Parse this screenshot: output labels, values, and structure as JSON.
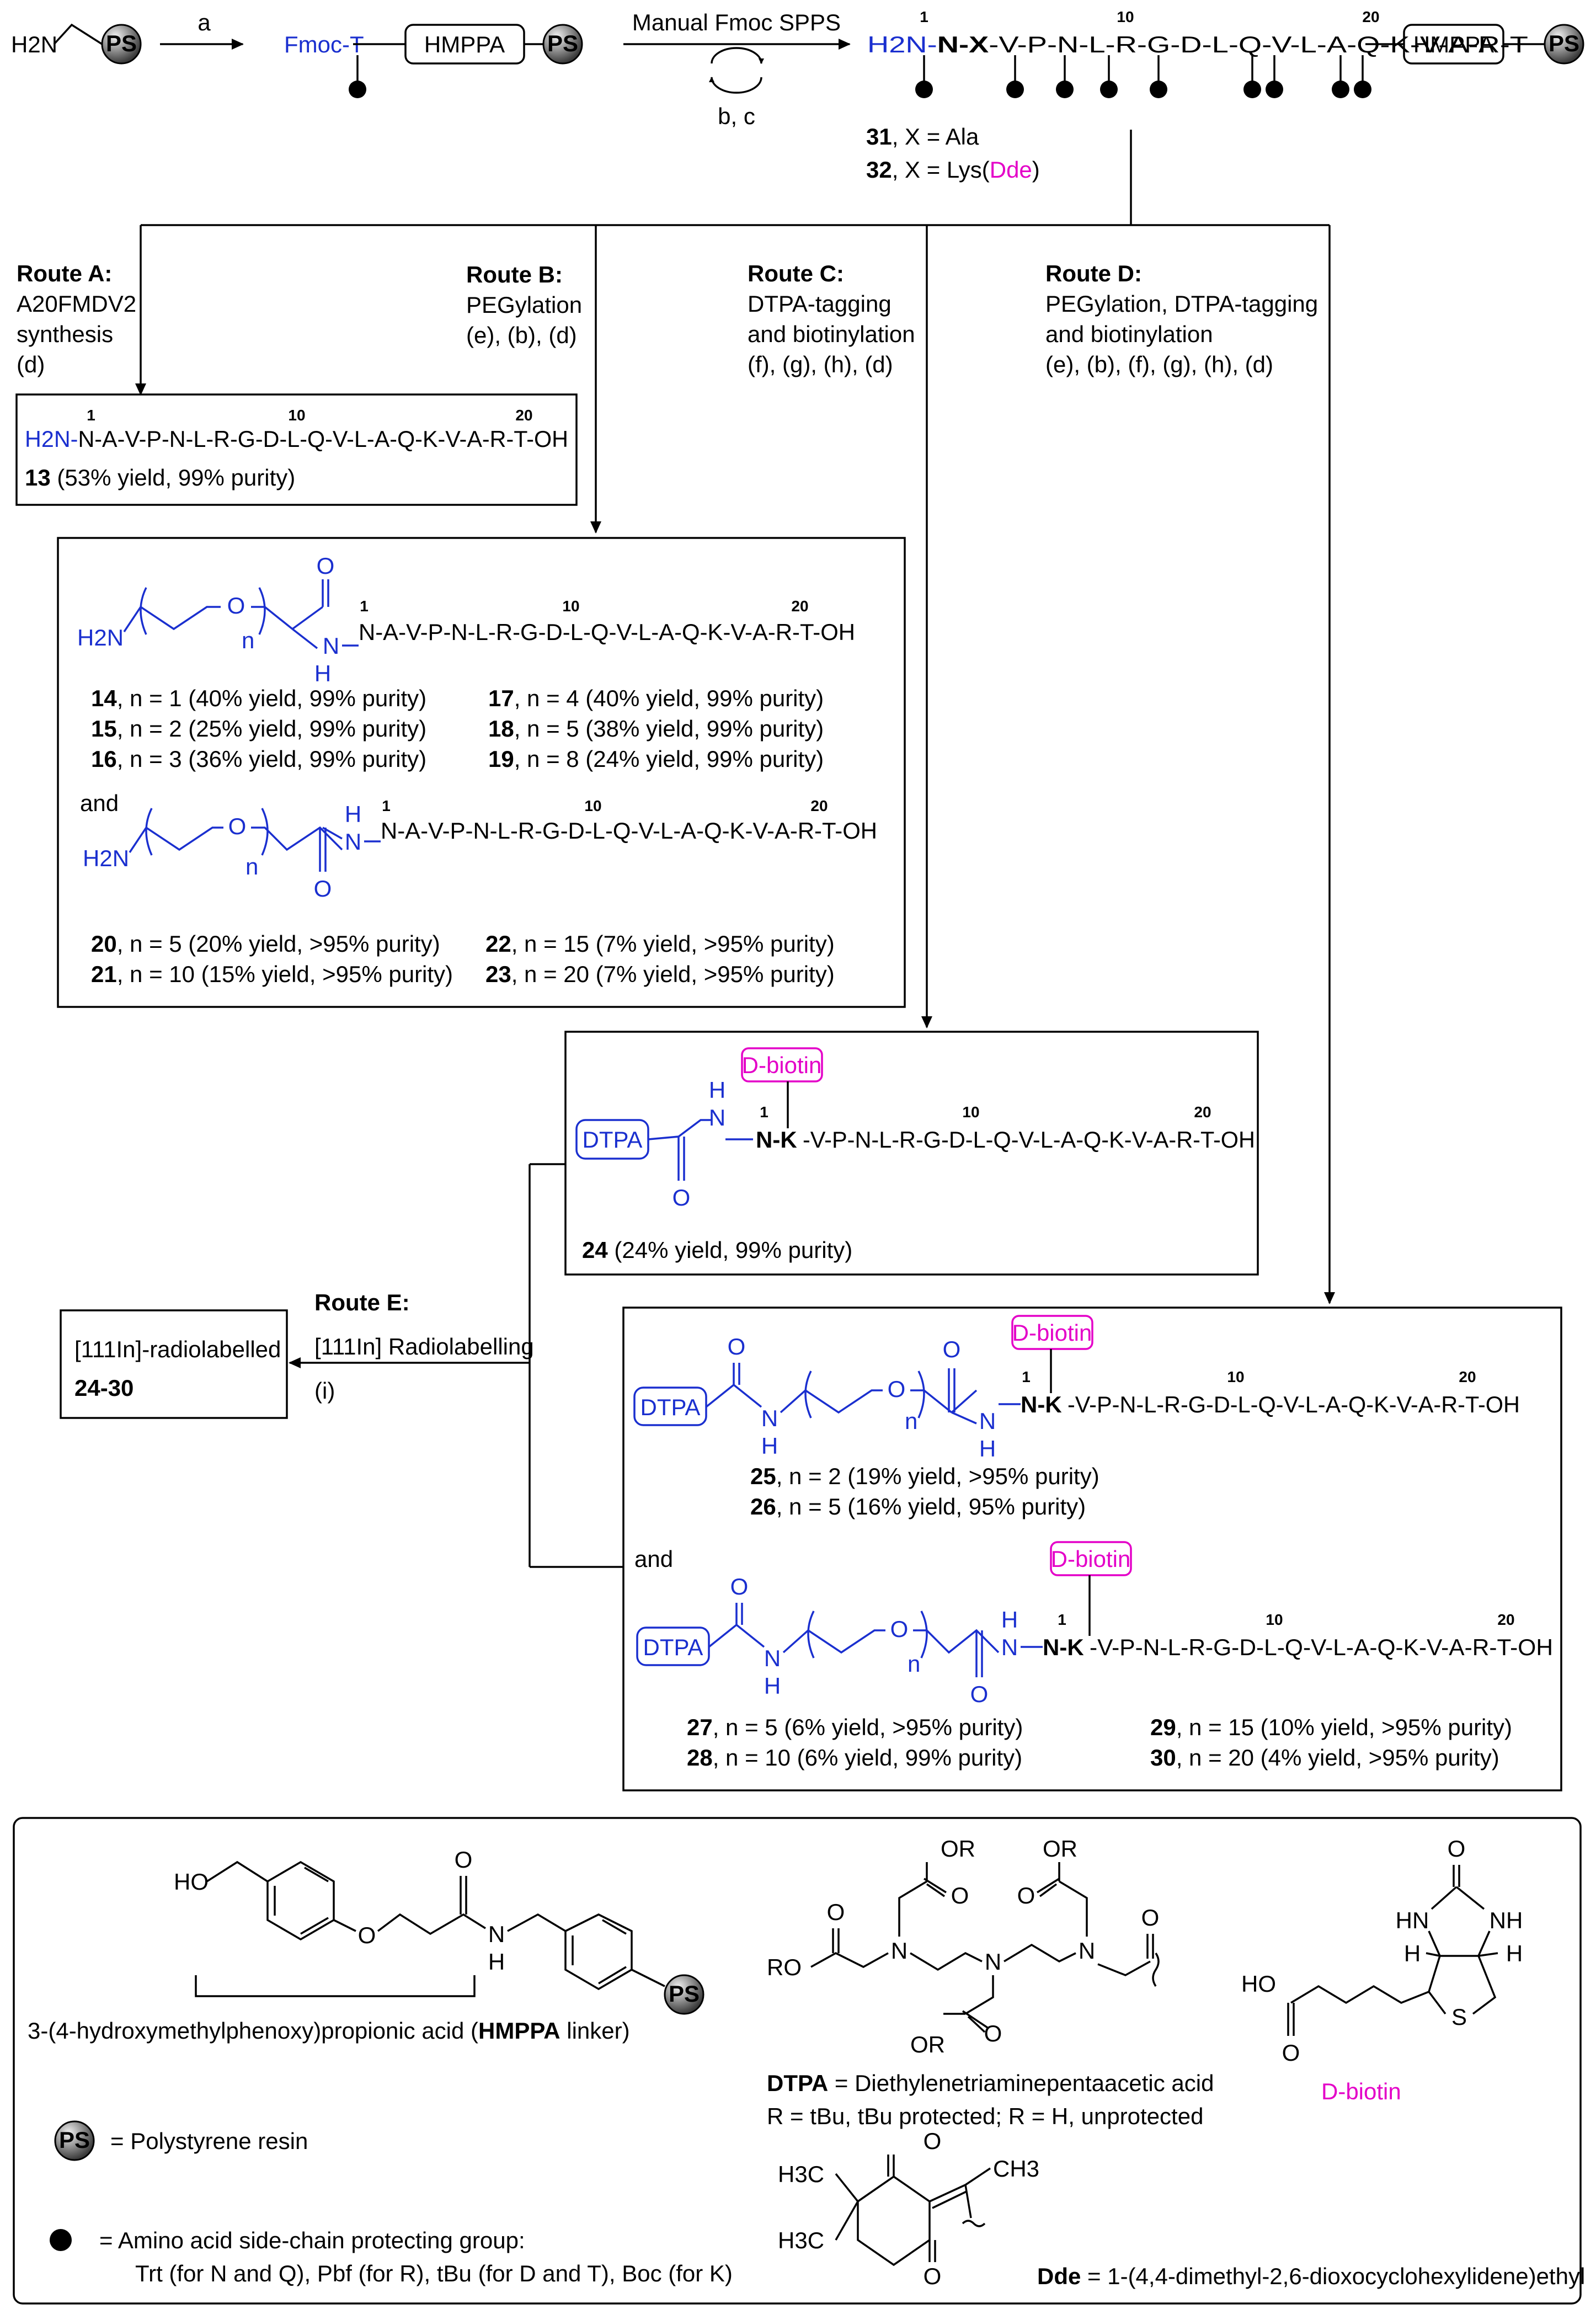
{
  "reagent_labels": {
    "a": "a",
    "bc": "b, c"
  },
  "top": {
    "h2n": "H2N",
    "ps": "PS",
    "fmoc_t": "Fmoc-T",
    "hmppa": "HMPPA",
    "manual": "Manual Fmoc SPPS",
    "seq_h2n": "H2N-",
    "seq_nx": "N-X",
    "seq_rest": "-V-P-N-L-R-G-D-L-Q-V-L-A-Q-K-V-A-R-T",
    "n1": "1",
    "n10": "10",
    "n20": "20",
    "c31": "31",
    "c31_txt": ", X = Ala",
    "c32": "32",
    "c32_txt": ", X = Lys(",
    "dde": "Dde",
    "close": ")"
  },
  "routes": {
    "a": {
      "title": "Route A:",
      "l1": "A20FMDV2",
      "l2": "synthesis",
      "l3": "(d)"
    },
    "b": {
      "title": "Route B:",
      "l1": "PEGylation",
      "l2": "(e), (b), (d)"
    },
    "c": {
      "title": "Route C:",
      "l1": "DTPA-tagging",
      "l2": "and biotinylation",
      "l3": "(f), (g), (h), (d)"
    },
    "d": {
      "title": "Route D:",
      "l1": "PEGylation, DTPA-tagging",
      "l2": "and biotinylation",
      "l3": "(e), (b), (f), (g), (h), (d)"
    },
    "e": {
      "title": "Route E:",
      "l1": "[111In] Radiolabelling",
      "l2": "(i)"
    }
  },
  "box13": {
    "h2n": "H2N-",
    "seq": "N-A-V-P-N-L-R-G-D-L-Q-V-L-A-Q-K-V-A-R-T-OH",
    "cmp": "13",
    "yield": " (53% yield, 99% purity)"
  },
  "peg_seq": "N-A-V-P-N-L-R-G-D-L-Q-V-L-A-Q-K-V-A-R-T-OH",
  "bio_seq": "-V-P-N-L-R-G-D-L-Q-V-L-A-Q-K-V-A-R-T-OH",
  "struct": {
    "H2N": "H2N",
    "O": "O",
    "H": "H",
    "N": "N",
    "n": "n",
    "NK": "N-K",
    "DTPA": "DTPA",
    "dbiotin": "D-biotin"
  },
  "yields_b1": [
    {
      "cmp": "14",
      "txt": ", n = 1 (40% yield, 99% purity)"
    },
    {
      "cmp": "15",
      "txt": ", n = 2 (25% yield, 99% purity)"
    },
    {
      "cmp": "16",
      "txt": ", n = 3 (36% yield, 99% purity)"
    },
    {
      "cmp": "17",
      "txt": ", n = 4 (40% yield, 99% purity)"
    },
    {
      "cmp": "18",
      "txt": ", n = 5 (38% yield, 99% purity)"
    },
    {
      "cmp": "19",
      "txt": ", n = 8 (24% yield, 99% purity)"
    }
  ],
  "and": "and",
  "yields_b2": [
    {
      "cmp": "20",
      "txt": ", n = 5 (20% yield, >95% purity)"
    },
    {
      "cmp": "21",
      "txt": ", n = 10 (15% yield, >95% purity)"
    },
    {
      "cmp": "22",
      "txt": ", n = 15 (7% yield, >95% purity)"
    },
    {
      "cmp": "23",
      "txt": ", n = 20 (7% yield, >95% purity)"
    }
  ],
  "y24": {
    "cmp": "24",
    "txt": " (24% yield, 99% purity)"
  },
  "yields_d1": [
    {
      "cmp": "25",
      "txt": ", n = 2 (19% yield, >95% purity)"
    },
    {
      "cmp": "26",
      "txt": ", n = 5 (16% yield, 95% purity)"
    }
  ],
  "yields_d2": [
    {
      "cmp": "27",
      "txt": ", n = 5 (6% yield, >95% purity)"
    },
    {
      "cmp": "28",
      "txt": ", n = 10 (6% yield, 99% purity)"
    },
    {
      "cmp": "29",
      "txt": ", n = 15 (10% yield, >95% purity)"
    },
    {
      "cmp": "30",
      "txt": ", n = 20 (4% yield, >95% purity)"
    }
  ],
  "radio": {
    "l1": "[111In]-radiolabelled",
    "l2": "24-30"
  },
  "legend": {
    "ho": "HO",
    "o": "O",
    "h": "H",
    "n": "N",
    "ps": "PS",
    "hmppa_pre": "3-(4-hydroxymethylphenoxy)propionic acid (",
    "hmppa_b": "HMPPA",
    "hmppa_post": " linker)",
    "ps_def": "= Polystyrene resin",
    "pg_def1": "= Amino acid side-chain protecting group:",
    "pg_def2": "Trt (for N and Q), Pbf (for R), tBu (for D and T), Boc (for K)",
    "or": "OR",
    "ro": "RO",
    "dtpa_b": "DTPA",
    "dtpa_def": " = Diethylenetriaminepentaacetic acid",
    "dtpa_r": "R = tBu, tBu protected; R = H, unprotected",
    "biotin_ho": "HO",
    "biotin_nh": "NH",
    "biotin_hn": "HN",
    "biotin_s": "S",
    "biotin_h": "H",
    "biotin_label": "D-biotin",
    "h3c": "H3C",
    "ch3": "CH3",
    "dde_b": "Dde",
    "dde_def": " = 1-(4,4-dimethyl-2,6-dioxocyclohexylidene)ethyl"
  }
}
